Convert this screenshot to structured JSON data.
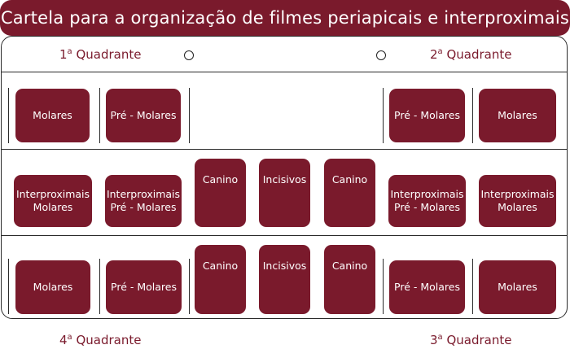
{
  "title": "Cartela para a organização de filmes periapicais e interproximais",
  "quadrants": {
    "q1": {
      "num": "1",
      "sup": "a",
      "text": " Quadrante"
    },
    "q2": {
      "num": "2",
      "sup": "a",
      "text": " Quadrante"
    },
    "q3": {
      "num": "3",
      "sup": "a",
      "text": " Quadrante"
    },
    "q4": {
      "num": "4",
      "sup": "a",
      "text": " Quadrante"
    }
  },
  "row1": [
    {
      "l1": "Molares",
      "l2": ""
    },
    {
      "l1": "Pré - Molares",
      "l2": ""
    },
    {
      "l1": "Pré - Molares",
      "l2": ""
    },
    {
      "l1": "Molares",
      "l2": ""
    }
  ],
  "row2": [
    {
      "l1": "Interproximais",
      "l2": "Molares"
    },
    {
      "l1": "Interproximais",
      "l2": "Pré - Molares"
    },
    {
      "l1": "Canino",
      "l2": ""
    },
    {
      "l1": "Incisivos",
      "l2": ""
    },
    {
      "l1": "Canino",
      "l2": ""
    },
    {
      "l1": "Interproximais",
      "l2": "Pré - Molares"
    },
    {
      "l1": "Interproximais",
      "l2": "Molares"
    }
  ],
  "row3": [
    {
      "l1": "Molares",
      "l2": ""
    },
    {
      "l1": "Pré - Molares",
      "l2": ""
    },
    {
      "l1": "Canino",
      "l2": ""
    },
    {
      "l1": "Incisivos",
      "l2": ""
    },
    {
      "l1": "Canino",
      "l2": ""
    },
    {
      "l1": "Pré - Molares",
      "l2": ""
    },
    {
      "l1": "Molares",
      "l2": ""
    }
  ],
  "colors": {
    "accent": "#7a1a2c",
    "line": "#2a2a2a"
  }
}
